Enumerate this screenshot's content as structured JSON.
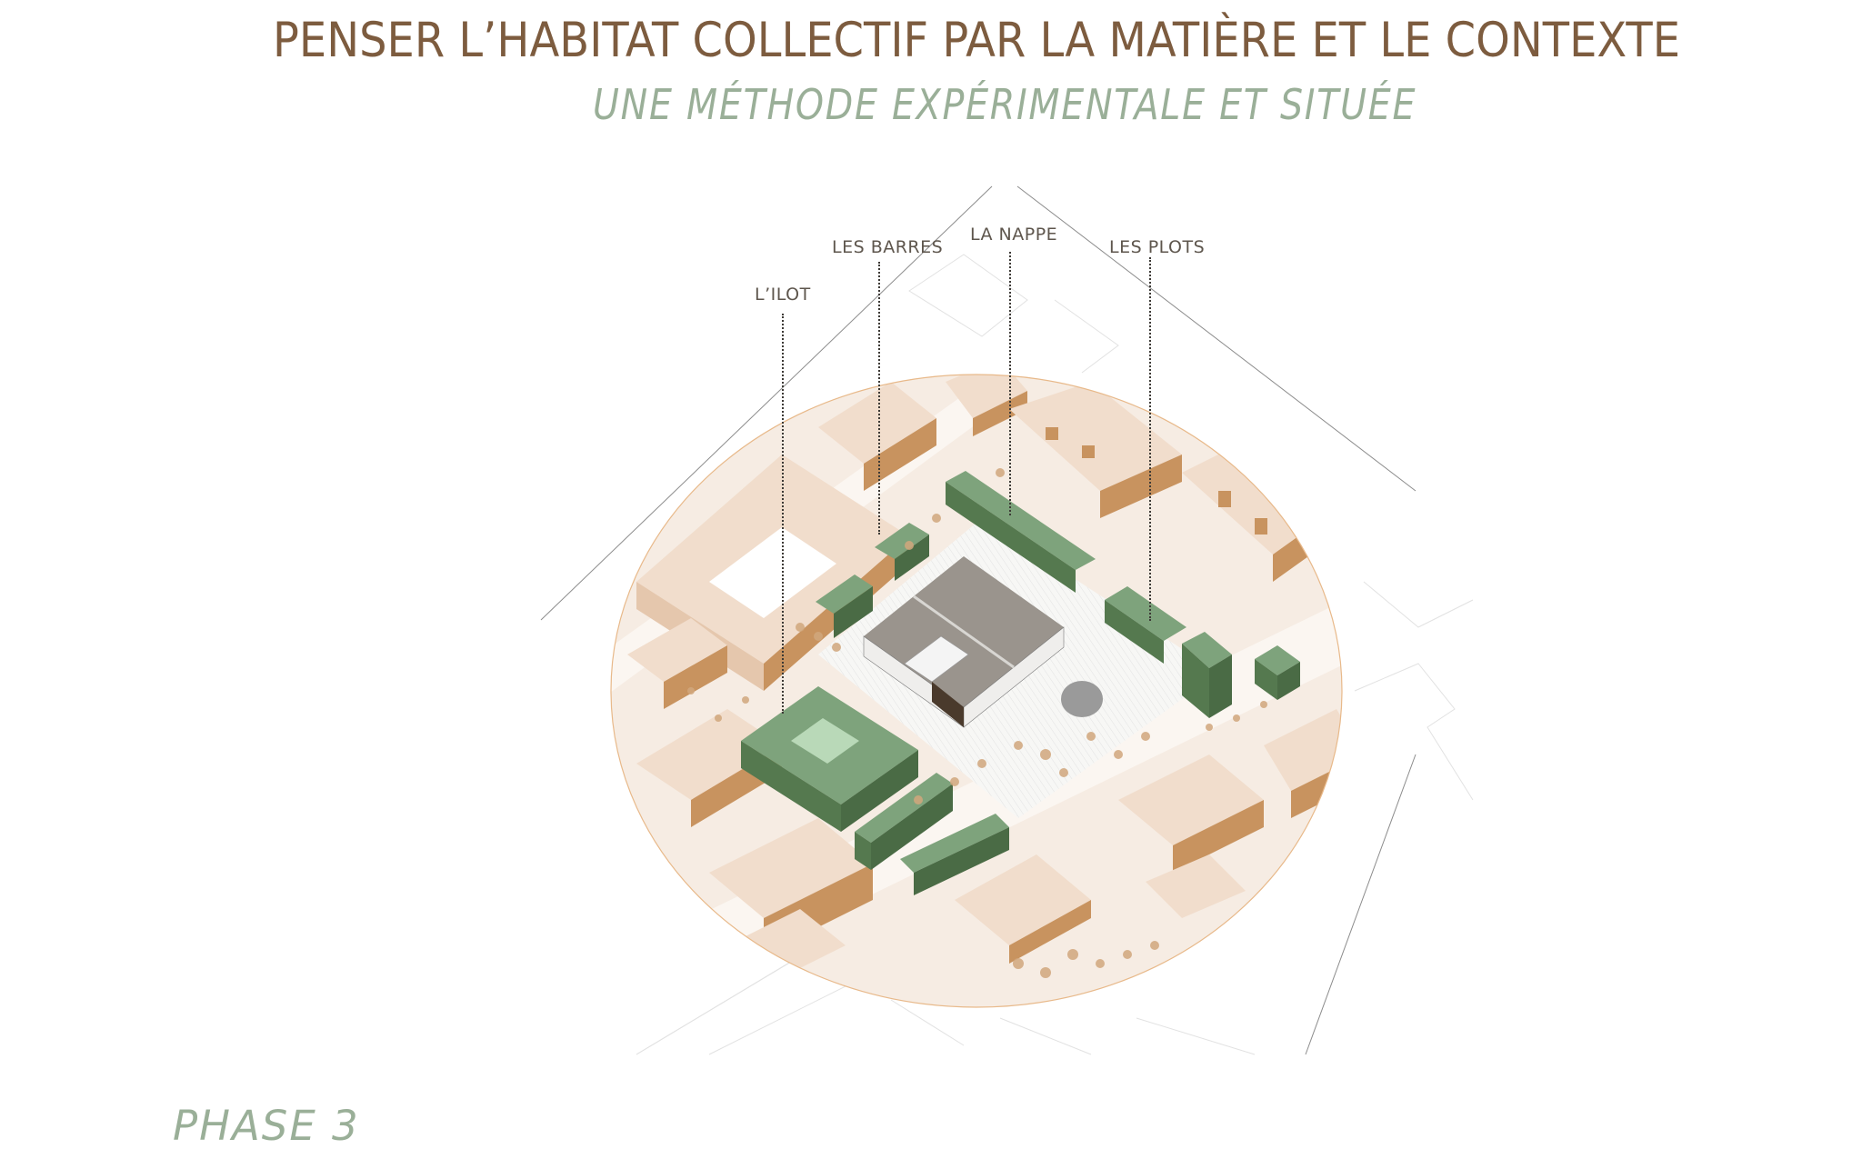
{
  "header": {
    "title": "PENSER L’HABITAT COLLECTIF PAR LA MATIÈRE ET LE CONTEXTE",
    "subtitle": "UNE MÉTHODE EXPÉRIMENTALE ET SITUÉE"
  },
  "diagram": {
    "type": "axonometric masterplan",
    "labels": [
      {
        "id": "ilot",
        "text": "L’ILOT"
      },
      {
        "id": "barres",
        "text": "LES BARRES"
      },
      {
        "id": "nappe",
        "text": "LA NAPPE"
      },
      {
        "id": "plots",
        "text": "LES PLOTS"
      }
    ],
    "colors": {
      "title": "#7d5c3f",
      "subtitle": "#9aaf98",
      "project_buildings_top": "#7ea37c",
      "project_buildings_side": "#55794f",
      "context_buildings_top": "#f1ddcc",
      "context_buildings_side": "#c8935f",
      "ground": "#f6ece3",
      "hall_roof": "#8f8a84",
      "plaza": "#9a9a9a",
      "outline": "#e8b98a"
    }
  },
  "footer": {
    "phase": "PHASE 3"
  }
}
